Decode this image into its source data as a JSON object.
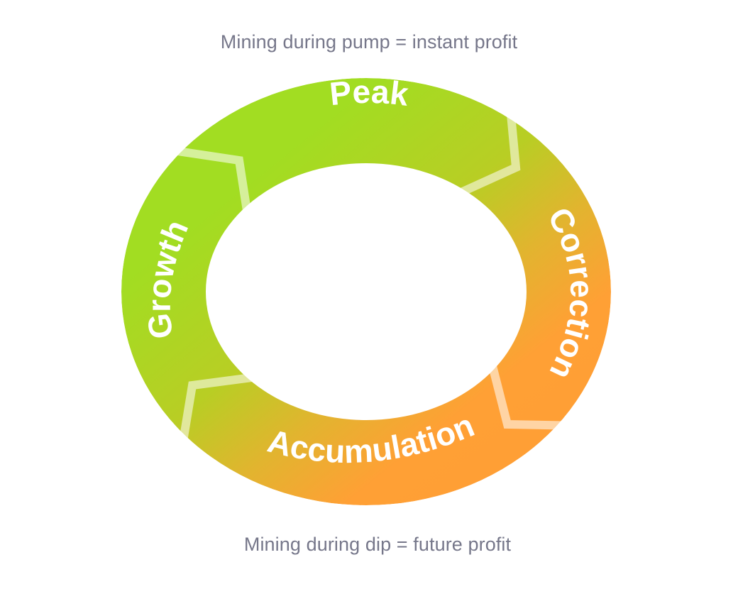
{
  "captions": {
    "top": "Mining during pump = instant profit",
    "bottom": "Mining during dip = future profit"
  },
  "cycle": {
    "stages": [
      {
        "id": "peak",
        "label": "Peak"
      },
      {
        "id": "correction",
        "label": "Correction"
      },
      {
        "id": "accumulation",
        "label": "Accumulation"
      },
      {
        "id": "growth",
        "label": "Growth"
      }
    ],
    "colors": {
      "green": "#a2dd22",
      "orange": "#ff9f35",
      "caption": "#76778a",
      "label": "#ffffff",
      "divider_green": "#d3ed98",
      "divider_orange": "#ffd19c"
    }
  }
}
